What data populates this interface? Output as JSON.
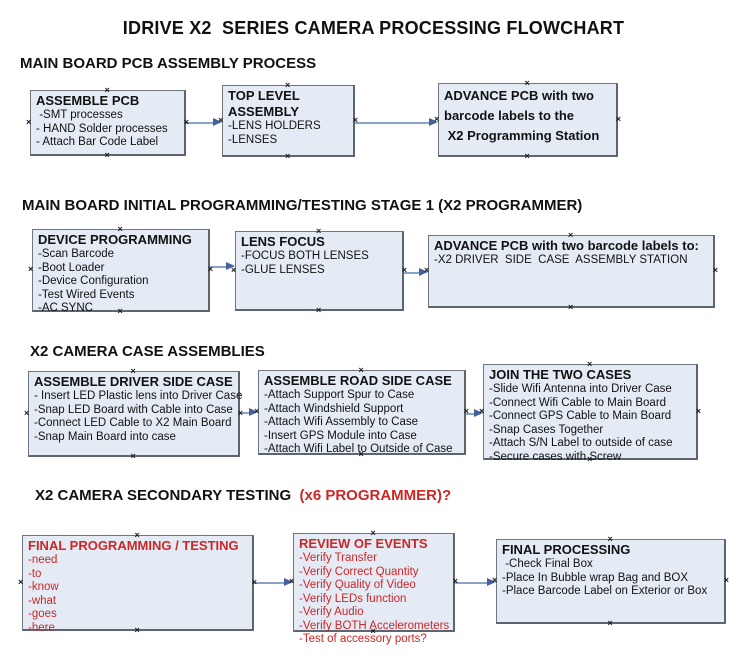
{
  "title": "IDRIVE X2  SERIES CAMERA PROCESSING FLOWCHART",
  "colors": {
    "box_fill": "#e5ebf5",
    "box_border": "#6e7781",
    "red_text": "#cb2727",
    "arrow_line": "#8ca3c9",
    "arrow_head": "#44619d",
    "heading_text": "#111111"
  },
  "sections": [
    {
      "heading": "MAIN BOARD PCB ASSEMBLY PROCESS",
      "heading_red_suffix": "",
      "boxes": [
        {
          "title": "ASSEMBLE PCB",
          "items": [
            " -SMT processes",
            "- HAND Solder processes",
            "- Attach Bar Code Label"
          ]
        },
        {
          "title": "TOP LEVEL ASSEMBLY",
          "items": [
            "-LENS HOLDERS",
            "-LENSES"
          ]
        },
        {
          "title_lines": [
            "ADVANCE PCB with two",
            "barcode labels to the",
            " X2 Programming Station"
          ]
        }
      ]
    },
    {
      "heading": "MAIN BOARD INITIAL PROGRAMMING/TESTING STAGE 1 (X2 PROGRAMMER)",
      "heading_red_suffix": "",
      "boxes": [
        {
          "title": "DEVICE PROGRAMMING",
          "items": [
            "-Scan Barcode",
            "-Boot Loader",
            "-Device Configuration",
            "-Test Wired Events",
            "-AC SYNC"
          ]
        },
        {
          "title": "LENS FOCUS",
          "items": [
            "-FOCUS BOTH LENSES",
            "-GLUE LENSES"
          ]
        },
        {
          "title": "ADVANCE PCB with two barcode labels to:",
          "items": [
            "-X2 DRIVER  SIDE  CASE  ASSEMBLY STATION"
          ]
        }
      ]
    },
    {
      "heading": "X2 CAMERA CASE ASSEMBLIES",
      "heading_red_suffix": "",
      "boxes": [
        {
          "title": "ASSEMBLE DRIVER SIDE CASE",
          "items": [
            "- Insert LED Plastic lens into Driver Case",
            "-Snap LED Board with Cable into Case",
            "-Connect LED Cable to X2 Main Board",
            "-Snap Main Board into case"
          ]
        },
        {
          "title": "ASSEMBLE ROAD SIDE CASE",
          "items": [
            "-Attach Support Spur to Case",
            "-Attach Windshield Support",
            "-Attach Wifi Assembly to Case",
            "-Insert GPS Module into Case",
            "-Attach Wifi Label to Outside of Case"
          ]
        },
        {
          "title": "JOIN THE TWO CASES",
          "items": [
            "-Slide Wifi Antenna into Driver Case",
            "-Connect Wifi Cable to Main Board",
            "-Connect GPS Cable to Main Board",
            "-Snap Cases Together",
            "-Attach S/N Label to outside of case",
            "-Secure cases with Screw"
          ]
        }
      ]
    },
    {
      "heading": "X2 CAMERA SECONDARY TESTING ",
      "heading_red_suffix": " (x6 PROGRAMMER)?",
      "boxes": [
        {
          "title": "FINAL PROGRAMMING / TESTING",
          "items": [
            "-need",
            "-to",
            "-know",
            "-what",
            "-goes",
            "-here"
          ]
        },
        {
          "title": "REVIEW OF EVENTS",
          "items": [
            "-Verify Transfer",
            "-Verify Correct Quantity",
            "-Verify Quality of Video",
            "-Verify LEDs function",
            "-Verify Audio",
            "-Verify BOTH Accelerometers",
            "-Test of accessory ports?"
          ]
        },
        {
          "title": "FINAL PROCESSING",
          "items": [
            " -Check Final Box",
            "-Place In Bubble wrap Bag and BOX",
            "-Place Barcode Label on Exterior or Box"
          ]
        }
      ]
    }
  ]
}
